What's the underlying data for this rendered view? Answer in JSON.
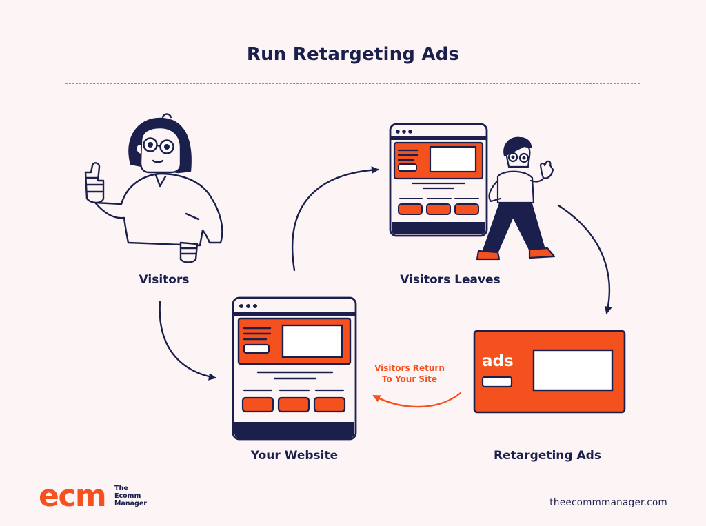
{
  "title": "Run Retargeting Ads",
  "nodes": {
    "visitors": "Visitors",
    "your_website": "Your Website",
    "visitors_leaves": "Visitors Leaves",
    "retargeting_ads": "Retargeting Ads"
  },
  "ad_card": {
    "text": "ads",
    "color": "#f4511e"
  },
  "return_label": {
    "line1": "Visitors Return",
    "line2": "To Your Site"
  },
  "brand": {
    "logo": "ecm",
    "name_line1": "The",
    "name_line2": "Ecomm",
    "name_line3": "Manager",
    "website": "theecommmanager.com"
  },
  "colors": {
    "navy": "#1b1f4b",
    "orange": "#f4511e",
    "background": "#fdf5f5"
  }
}
